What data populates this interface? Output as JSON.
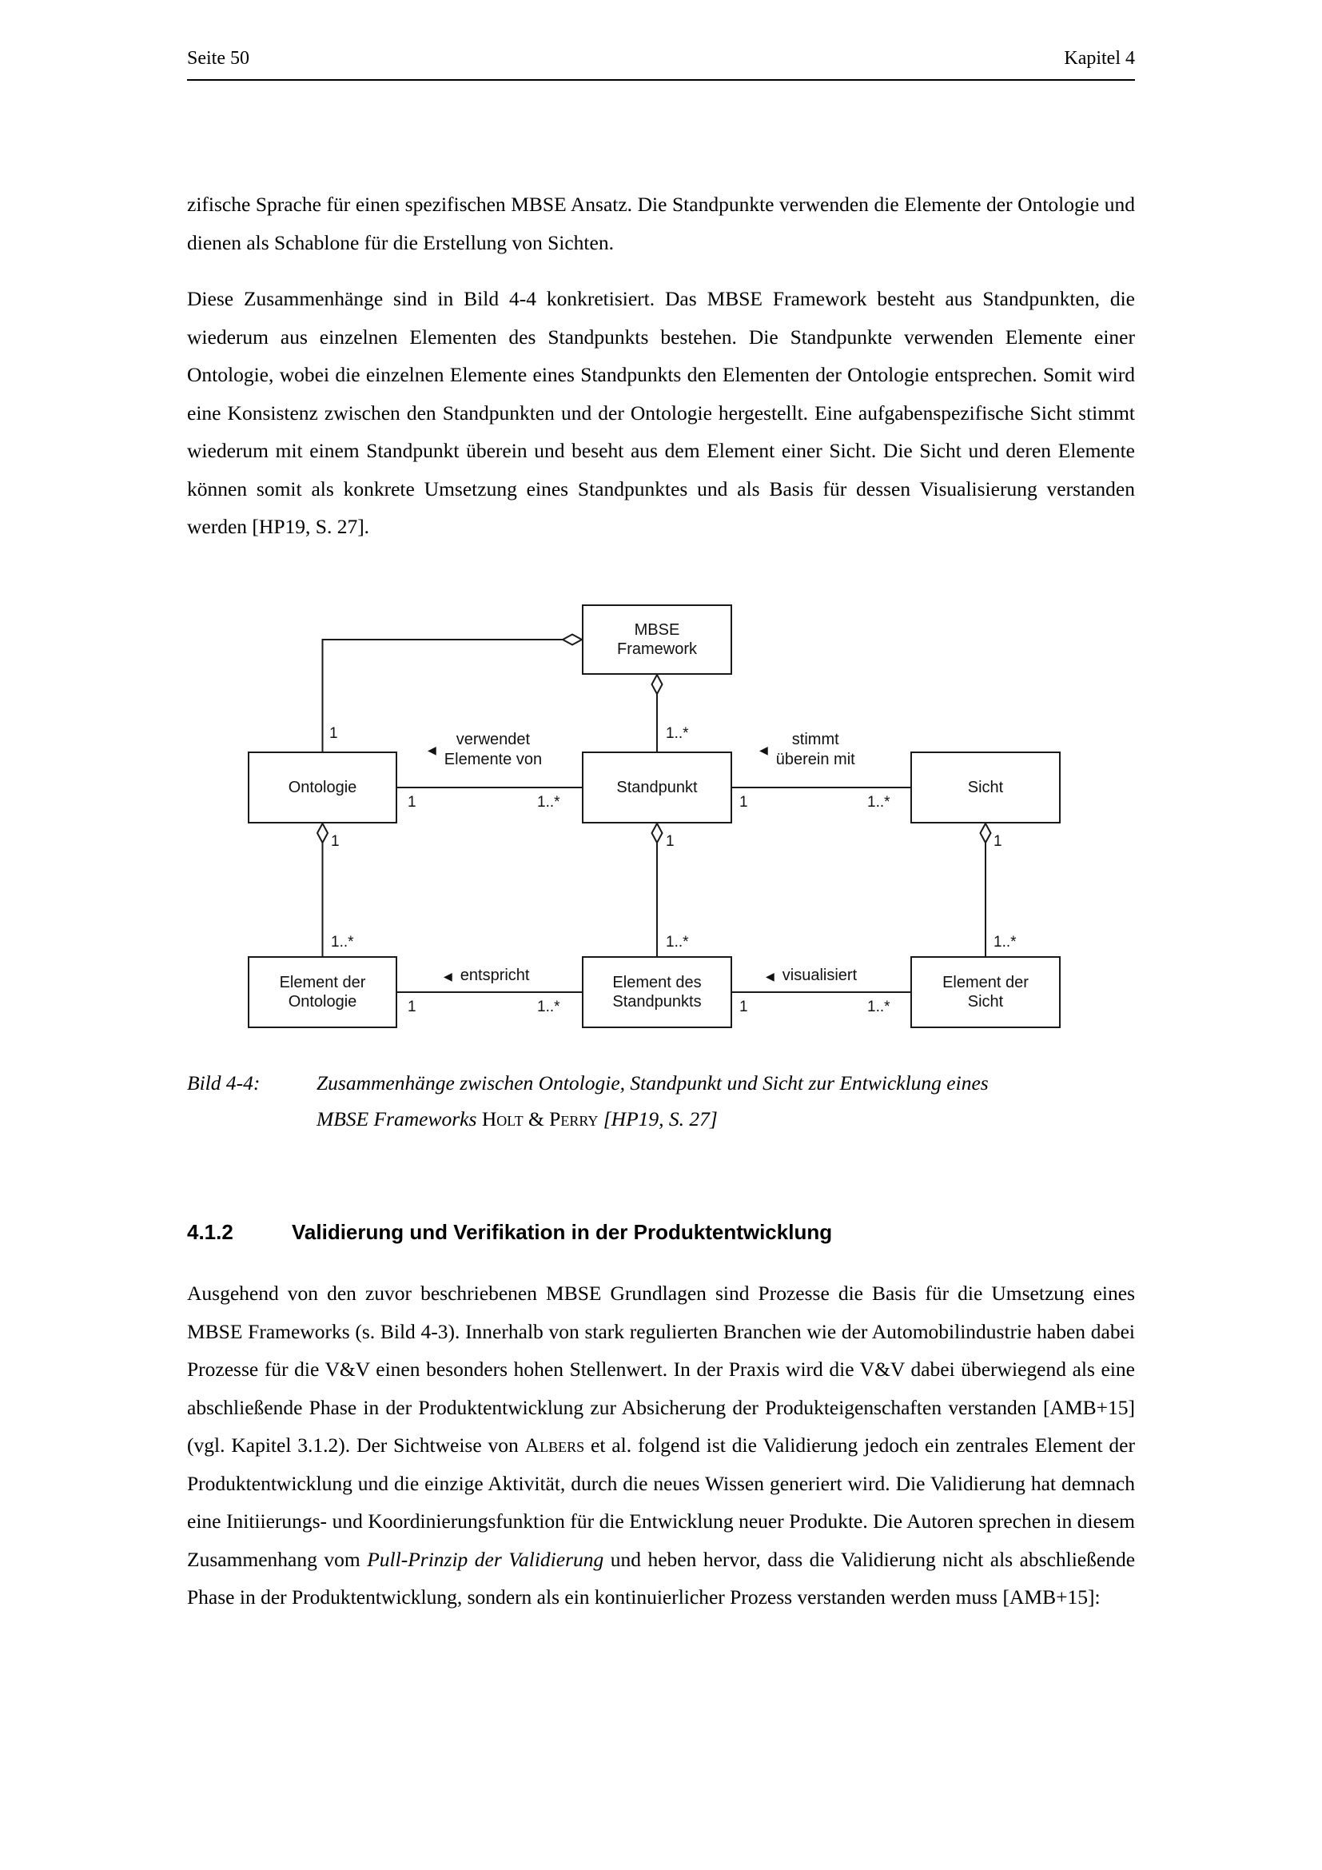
{
  "header": {
    "left": "Seite 50",
    "right": "Kapitel 4"
  },
  "paragraphs": {
    "p1": "zifische Sprache für einen spezifischen MBSE Ansatz. Die Standpunkte verwenden die Elemente der Ontologie und dienen als Schablone für die Erstellung von Sichten.",
    "p2": "Diese Zusammenhänge sind in Bild 4-4 konkretisiert. Das MBSE Framework besteht aus Standpunkten, die wiederum aus einzelnen Elementen des Standpunkts bestehen. Die Standpunkte verwenden Elemente einer Ontologie, wobei die einzelnen Elemente eines Standpunkts den Elementen der Ontologie entsprechen. Somit wird eine Konsistenz zwischen den Standpunkten und der Ontologie hergestellt. Eine aufgabenspezifische Sicht stimmt wiederum mit einem Standpunkt überein und beseht aus dem Element einer Sicht. Die Sicht und deren Elemente können somit als konkrete Umsetzung eines Standpunktes und als Basis für dessen Visualisierung verstanden werden [HP19, S. 27].",
    "p3": {
      "run1": "Ausgehend von den zuvor beschriebenen MBSE Grundlagen sind Prozesse die Basis für die Umsetzung eines MBSE Frameworks (s. Bild 4-3). Innerhalb von stark regulierten Branchen wie der Automobilindustrie haben dabei Prozesse für die V&V einen besonders hohen Stellenwert. In der Praxis wird die V&V dabei überwiegend als eine abschließende Phase in der Produktentwicklung zur Absicherung der Produkteigenschaften verstanden [AMB+15] (vgl. Kapitel 3.1.2). Der Sichtweise von",
      "albers": "Albers",
      "run2": "et al. folgend ist die Validierung jedoch ein zentrales Element der Produktentwicklung und die einzige Aktivität, durch die neues Wissen generiert wird. Die Validierung hat demnach eine Initiierungs- und Koordinierungsfunktion für die Entwicklung neuer Produkte. Die Autoren sprechen in diesem Zusammenhang vom",
      "pull": "Pull-Prinzip der Validierung",
      "run3": "und heben hervor, dass die Validierung nicht als abschließende Phase in der Produktentwicklung, sondern als ein kontinuierlicher Prozess verstanden werden muss [AMB+15]:"
    }
  },
  "figure": {
    "boxes": {
      "framework": {
        "l1": "MBSE",
        "l2": "Framework"
      },
      "ontologie": "Ontologie",
      "standpunkt": "Standpunkt",
      "sicht": "Sicht",
      "element_ontologie": {
        "l1": "Element der",
        "l2": "Ontologie"
      },
      "element_standpunkt": {
        "l1": "Element des",
        "l2": "Standpunkts"
      },
      "element_sicht": {
        "l1": "Element der",
        "l2": "Sicht"
      }
    },
    "edges": {
      "framework_ontologie": {
        "mult": "1"
      },
      "framework_standpunkt": {
        "mult": "1..*"
      },
      "verwendet": {
        "arrow": "◀",
        "l1": "verwendet",
        "l2": "Elemente von",
        "left_mult": "1",
        "right_mult": "1..*"
      },
      "stimmt": {
        "arrow": "◀",
        "l1": "stimmt",
        "l2": "überein mit",
        "left_mult": "1",
        "right_mult": "1..*"
      },
      "ontologie_comp": {
        "top_mult": "1",
        "bottom_mult": "1..*"
      },
      "standpunkt_comp": {
        "top_mult": "1",
        "bottom_mult": "1..*"
      },
      "sicht_comp": {
        "top_mult": "1",
        "bottom_mult": "1..*"
      },
      "entspricht": {
        "arrow": "◀",
        "label": "entspricht",
        "left_mult": "1",
        "right_mult": "1..*"
      },
      "visualisiert": {
        "arrow": "◀",
        "label": "visualisiert",
        "left_mult": "1",
        "right_mult": "1..*"
      }
    }
  },
  "caption": {
    "label": "Bild 4-4:",
    "text": "Zusammenhänge zwischen Ontologie, Standpunkt und Sicht zur Entwicklung eines MBSE Frameworks",
    "authors": "Holt & Perry",
    "ref": "[HP19, S. 27]"
  },
  "section": {
    "number": "4.1.2",
    "title": "Validierung und Verifikation in der Produktentwicklung"
  }
}
